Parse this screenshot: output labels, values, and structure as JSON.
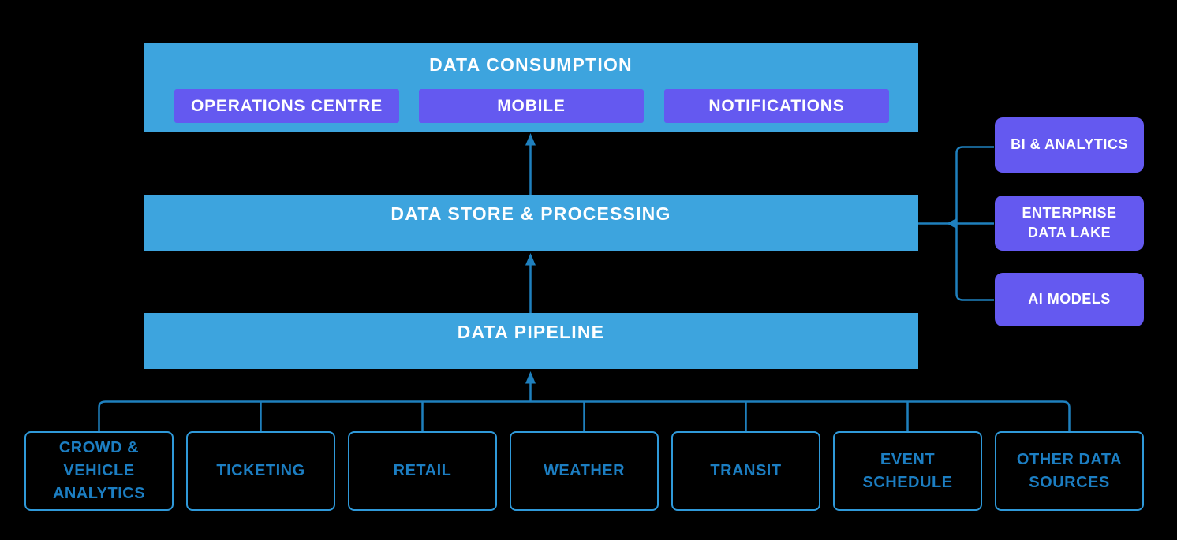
{
  "colors": {
    "bg": "#000000",
    "banner_blue": "#3DA4DE",
    "accent_purple": "#6459F0",
    "connector_blue": "#1F80BE",
    "source_border": "#2F99D9",
    "source_text": "#1C7EC2",
    "text_white": "#FFFFFF"
  },
  "layers": {
    "consumption": {
      "title": "DATA CONSUMPTION",
      "channels": [
        {
          "label": "OPERATIONS CENTRE"
        },
        {
          "label": "MOBILE"
        },
        {
          "label": "NOTIFICATIONS"
        }
      ]
    },
    "store": {
      "title": "DATA STORE & PROCESSING"
    },
    "pipeline": {
      "title": "DATA PIPELINE"
    }
  },
  "outputs": [
    {
      "label": "BI & ANALYTICS"
    },
    {
      "label": "ENTERPRISE DATA LAKE"
    },
    {
      "label": "AI MODELS"
    }
  ],
  "sources": [
    {
      "label": "CROWD & VEHICLE ANALYTICS"
    },
    {
      "label": "TICKETING"
    },
    {
      "label": "RETAIL"
    },
    {
      "label": "WEATHER"
    },
    {
      "label": "TRANSIT"
    },
    {
      "label": "EVENT SCHEDULE"
    },
    {
      "label": "OTHER DATA SOURCES"
    }
  ]
}
